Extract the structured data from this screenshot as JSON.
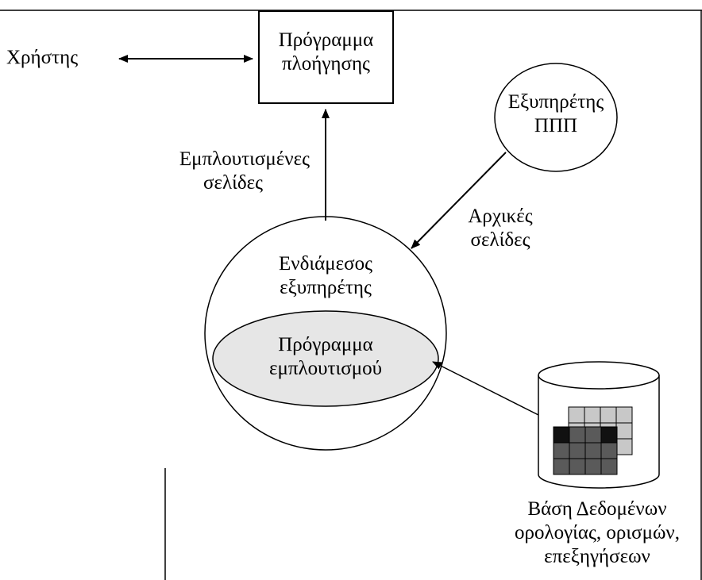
{
  "user_label": "Χρήστης",
  "browser": {
    "line1": "Πρόγραμμα",
    "line2": "πλοήγησης"
  },
  "www_server": {
    "line1": "Εξυπηρέτης",
    "line2": "ΠΠΠ"
  },
  "enriched_pages": {
    "line1": "Εμπλουτισμένες",
    "line2": "σελίδες"
  },
  "original_pages": {
    "line1": "Αρχικές",
    "line2": "σελίδες"
  },
  "proxy": {
    "line1": "Ενδιάμεσος",
    "line2": "εξυπηρέτης",
    "inner": {
      "line1": "Πρόγραμμα",
      "line2": "εμπλουτισμού"
    }
  },
  "database": {
    "line1": "Βάση Δεδομένων",
    "line2": "ορολογίας, ορισμών,",
    "line3": "επεξηγήσεων"
  },
  "colors": {
    "stroke": "#000000",
    "inner_ellipse_fill": "#e6e6e6",
    "cell_dark": "#5a5a5a",
    "cell_light": "#c8c8c8",
    "cell_black": "#111111"
  }
}
